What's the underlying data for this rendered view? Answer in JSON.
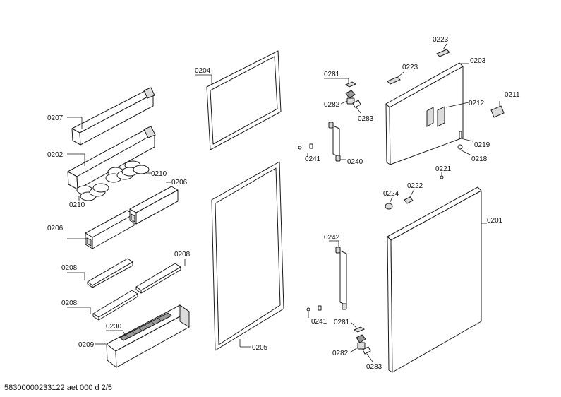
{
  "labels": {
    "l0204": "0204",
    "l0207": "0207",
    "l0202": "0202",
    "l0210a": "0210",
    "l0210b": "0210",
    "l0206a": "0206",
    "l0206b": "0206",
    "l0208a": "0208",
    "l0208b": "0208",
    "l0208c": "0208",
    "l0230": "0230",
    "l0209": "0209",
    "l0205": "0205",
    "l0281a": "0281",
    "l0282a": "0282",
    "l0283a": "0283",
    "l0241a": "0241",
    "l0240": "0240",
    "l0242": "0242",
    "l0241b": "0241",
    "l0281b": "0281",
    "l0282b": "0282",
    "l0283b": "0283",
    "l0223a": "0223",
    "l0223b": "0223",
    "l0203": "0203",
    "l0211": "0211",
    "l0212": "0212",
    "l0219": "0219",
    "l0218": "0218",
    "l0221": "0221",
    "l0222": "0222",
    "l0224": "0224",
    "l0201": "0201"
  },
  "document_id": "58300000233122 aet 000 d 2/5"
}
